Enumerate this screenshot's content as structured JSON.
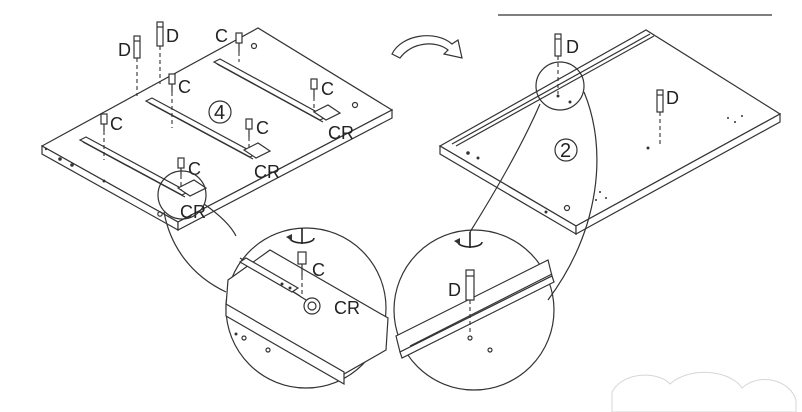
{
  "labels": {
    "dowel": "D",
    "cam_screw": "C",
    "cam_receiver": "CR"
  },
  "steps": {
    "left": "4",
    "right": "2"
  },
  "colors": {
    "line": "#333333",
    "background": "#ffffff"
  },
  "icons": [
    "rotate-arrow-icon",
    "screwdriver-icon"
  ]
}
